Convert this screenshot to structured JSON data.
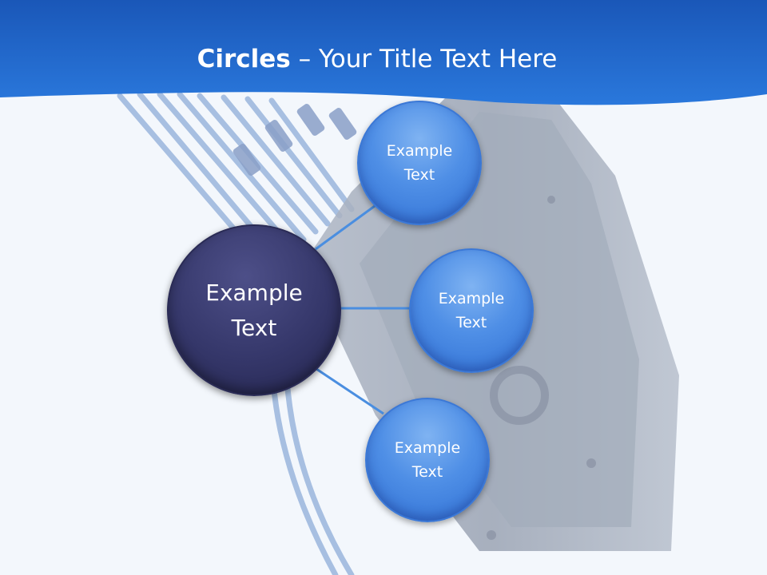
{
  "slide": {
    "title_bold": "Circles",
    "title_rest": " – Your Title Text Here"
  },
  "diagram": {
    "center": {
      "text": "Example\nText"
    },
    "nodes": [
      {
        "text": "Example\nText"
      },
      {
        "text": "Example\nText"
      },
      {
        "text": "Example\nText"
      }
    ]
  },
  "colors": {
    "header_blue": "#1e63c8",
    "center_circle": "#35376a",
    "node_circle": "#4f8fe6",
    "connector": "#4a8ee0",
    "background": "#f3f7fc"
  }
}
